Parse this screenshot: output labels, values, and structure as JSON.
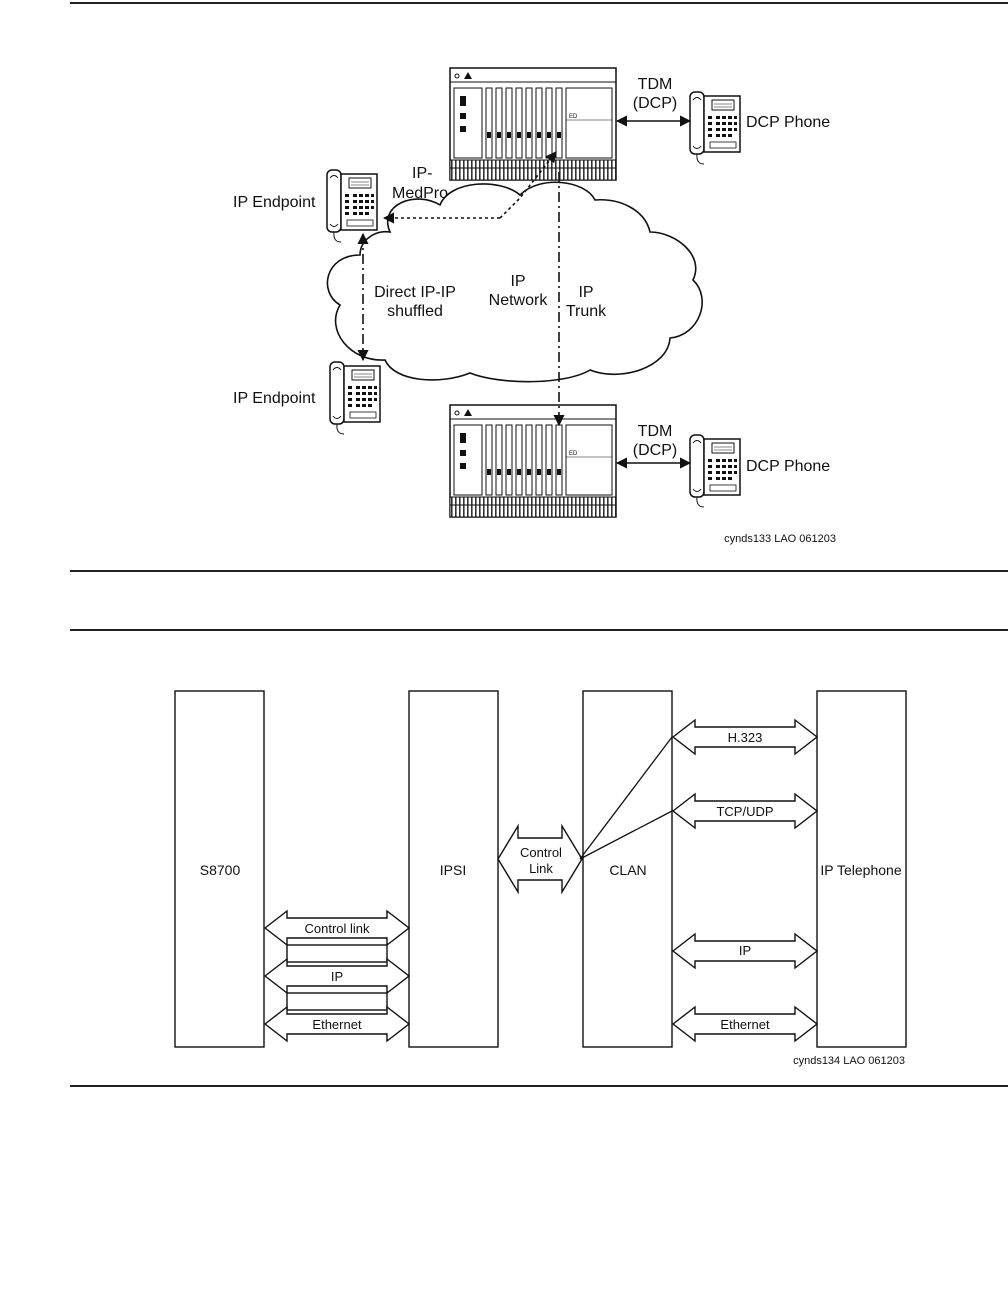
{
  "figure1": {
    "labels": {
      "tdm_top": "TDM",
      "dcp_top": "(DCP)",
      "dcp_phone_top": "DCP Phone",
      "ip_medpro_1": "IP-",
      "ip_medpro_2": "MedPro",
      "ip_endpoint_top": "IP Endpoint",
      "direct_1": "Direct IP-IP",
      "direct_2": "shuffled",
      "network_1": "IP",
      "network_2": "Network",
      "trunk_1": "IP",
      "trunk_2": "Trunk",
      "ip_endpoint_bottom": "IP Endpoint",
      "tdm_bottom": "TDM",
      "dcp_bottom": "(DCP)",
      "dcp_phone_bottom": "DCP Phone"
    },
    "caption": "cynds133 LAO 061203"
  },
  "figure2": {
    "boxes": {
      "s8700": "S8700",
      "ipsi": "IPSI",
      "clan": "CLAN",
      "ip_telephone": "IP Telephone"
    },
    "left_stack": {
      "control_link": "Control link",
      "ip": "IP",
      "ethernet": "Ethernet"
    },
    "control_link_1": "Control",
    "control_link_2": "Link",
    "right_stack": {
      "h323": "H.323",
      "tcp_udp": "TCP/UDP",
      "ip": "IP",
      "ethernet": "Ethernet"
    },
    "caption": "cynds134 LAO 061203"
  }
}
